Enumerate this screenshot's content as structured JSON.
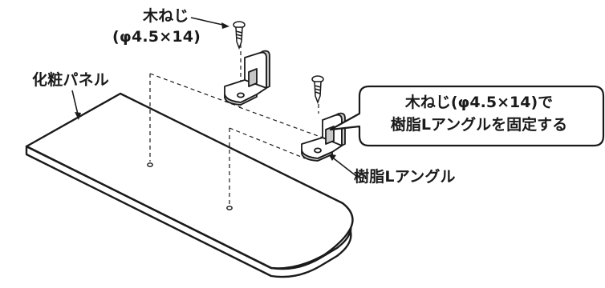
{
  "labels": {
    "screw_top": "木ねじ",
    "screw_size": "(φ4.5×14)",
    "panel": "化粧パネル",
    "bracket": "樹脂Lアングル"
  },
  "callout": {
    "line1": "木ねじ(φ4.5×14)で",
    "line2": "樹脂Lアングルを固定する"
  },
  "colors": {
    "line": "#1a1a1a",
    "fill": "#ffffff",
    "bracket_shade": "#c8c8c8"
  }
}
